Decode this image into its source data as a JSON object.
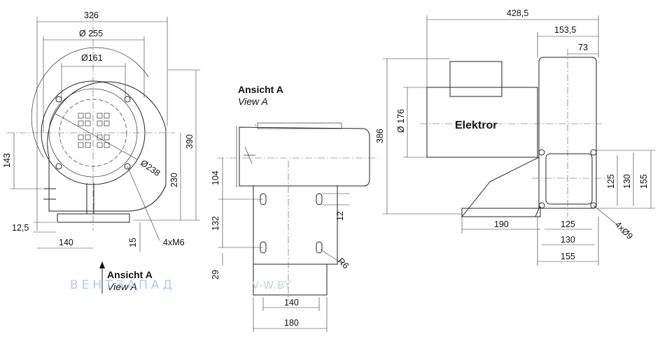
{
  "front_view": {
    "dims": {
      "overall_width": "326",
      "inlet_dia": "Ø 255",
      "flange_dia": "Ø161",
      "bolt_circle": "Ø238",
      "total_height": "390",
      "axis_height": "230",
      "axis_to_base": "143",
      "base_thickness": "12,5",
      "base_offset": "140",
      "foot_height": "15",
      "screws": "4xM6"
    }
  },
  "view_a": {
    "title": "Ansicht A",
    "subtitle": "View A",
    "dims": {
      "motor_height": "104",
      "slot_spacing": "132",
      "slot_width": "12",
      "bottom_offset": "29",
      "slot_radius": "R6",
      "inner_width": "140",
      "outer_width": "180"
    }
  },
  "side_view": {
    "motor_label": "Elektror",
    "dims": {
      "overall_length": "428,5",
      "housing_width": "153,5",
      "outlet_offset": "73",
      "motor_dia": "Ø 176",
      "total_height": "386",
      "flange_inner": "125",
      "flange_mid": "130",
      "flange_outer": "155",
      "base_length": "190",
      "holes": "4xØ9"
    }
  },
  "arrow_label": {
    "title": "Ansicht A",
    "subtitle": "View A"
  },
  "watermark": {
    "brand": "ВЕНТЗАПАД",
    "site": "V-W.BY"
  },
  "colors": {
    "line": "#222222",
    "watermark": "#aac4dc"
  }
}
